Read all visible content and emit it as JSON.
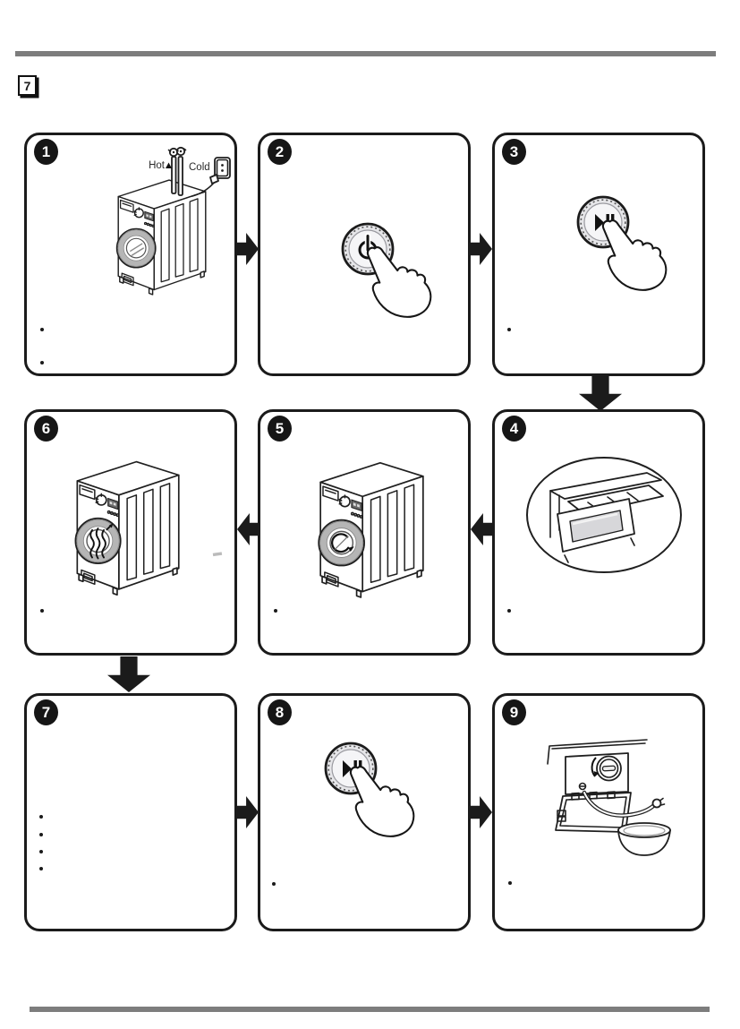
{
  "page": {
    "step_key": "7"
  },
  "colors": {
    "ink": "#1b1b1b",
    "rule_gray": "#7d7d7d",
    "door_ring_gray": "#b5b5b5",
    "button_fill": "#e6e6e9"
  },
  "panels": [
    {
      "number": "1",
      "name": "connect-water-and-power",
      "illustration": "washer-with-hot-cold-hookup-and-plug",
      "labels": {
        "hot": "Hot",
        "cold": "Cold"
      },
      "bullet_count": 2
    },
    {
      "number": "2",
      "name": "press-power-button",
      "illustration": "power-button-pressed-by-hand",
      "bullet_count": 0
    },
    {
      "number": "3",
      "name": "press-start-pause-button",
      "illustration": "start-pause-button-pressed-by-hand",
      "bullet_count": 1
    },
    {
      "number": "4",
      "name": "detergent-drawer",
      "illustration": "detergent-drawer-magnified",
      "bullet_count": 1
    },
    {
      "number": "5",
      "name": "washing-cycle-running",
      "illustration": "washer-with-rotating-drum-arrow",
      "bullet_count": 1
    },
    {
      "number": "6",
      "name": "cycle-complete-steam",
      "illustration": "washer-with-steam-in-drum",
      "bullet_count": 1
    },
    {
      "number": "7",
      "name": "notes",
      "illustration": "none",
      "bullet_count": 4
    },
    {
      "number": "8",
      "name": "press-start-pause-button-again",
      "illustration": "start-pause-button-pressed-by-hand",
      "bullet_count": 1
    },
    {
      "number": "9",
      "name": "drain-and-clean-pump-filter",
      "illustration": "drain-filter-hose-and-bowl",
      "bullet_count": 1
    }
  ],
  "flow": {
    "sequence": [
      "1",
      "2",
      "3",
      "4",
      "5",
      "6",
      "7",
      "8",
      "9"
    ],
    "arrows": [
      {
        "from": "1",
        "to": "2",
        "direction": "right"
      },
      {
        "from": "2",
        "to": "3",
        "direction": "right"
      },
      {
        "from": "3",
        "to": "4",
        "direction": "down"
      },
      {
        "from": "4",
        "to": "5",
        "direction": "left"
      },
      {
        "from": "5",
        "to": "6",
        "direction": "left"
      },
      {
        "from": "6",
        "to": "7",
        "direction": "down"
      },
      {
        "from": "7",
        "to": "8",
        "direction": "right"
      },
      {
        "from": "8",
        "to": "9",
        "direction": "right"
      }
    ]
  }
}
